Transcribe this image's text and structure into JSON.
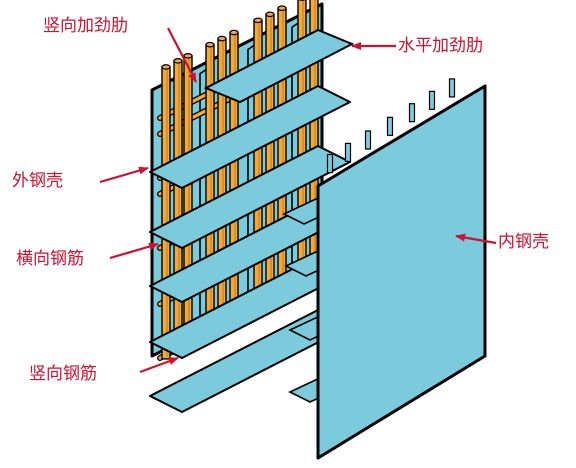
{
  "labels": {
    "vertical_stiffener": "竖向加劲肋",
    "horizontal_stiffener": "水平加劲肋",
    "outer_shell": "外钢壳",
    "transverse_rebar": "横向钢筋",
    "inner_shell": "内钢壳",
    "vertical_rebar": "竖向钢筋"
  },
  "colors": {
    "plate": "#7ccbdd",
    "outline": "#000000",
    "rebar": "#f2a93b",
    "rebar_dark": "#b86f13",
    "callout": "#d0102e",
    "background": "#ffffff"
  }
}
